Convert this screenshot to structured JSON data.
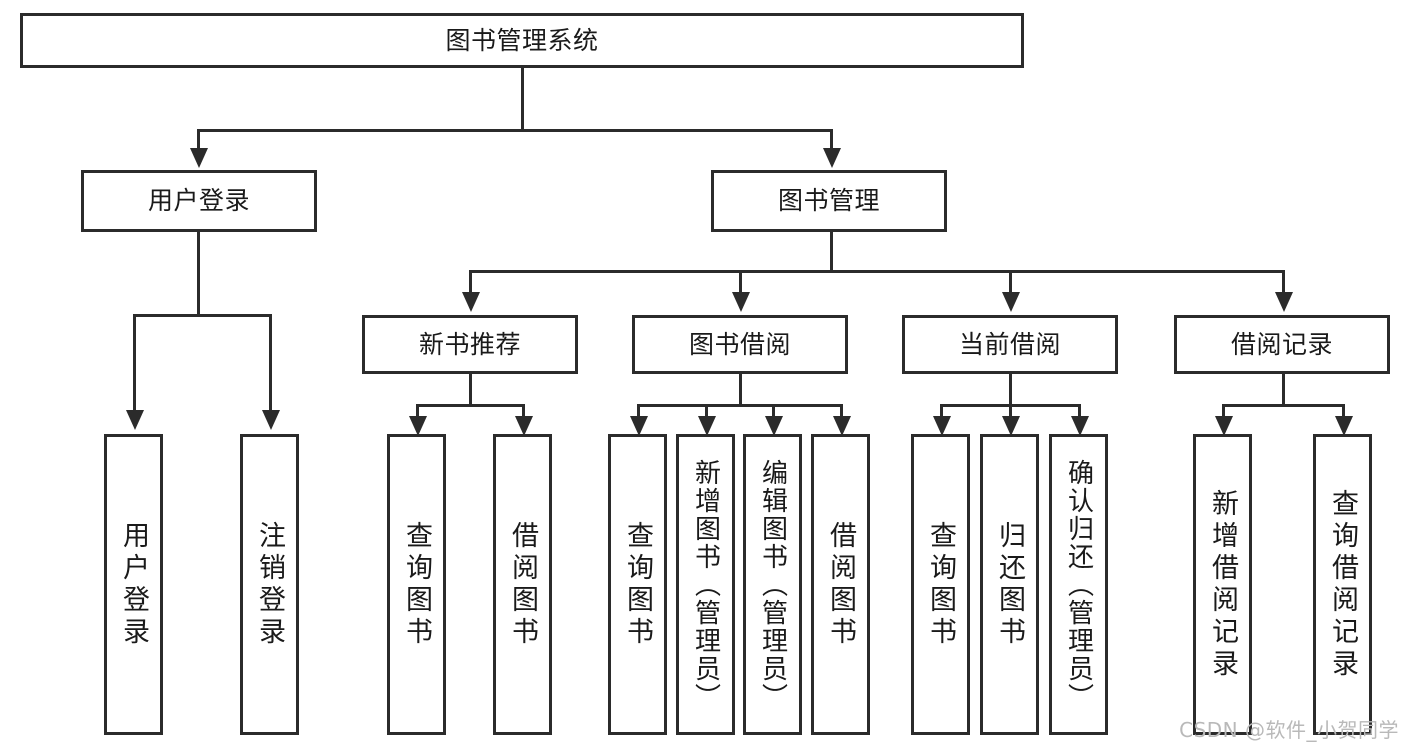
{
  "diagram": {
    "type": "tree-hierarchy",
    "title": "图书管理系统",
    "root": {
      "label": "图书管理系统",
      "orientation": "horizontal"
    },
    "level2": [
      {
        "label": "用户登录",
        "orientation": "horizontal"
      },
      {
        "label": "图书管理",
        "orientation": "horizontal"
      }
    ],
    "level3": [
      {
        "label": "新书推荐",
        "orientation": "horizontal",
        "parent": "图书管理"
      },
      {
        "label": "图书借阅",
        "orientation": "horizontal",
        "parent": "图书管理"
      },
      {
        "label": "当前借阅",
        "orientation": "horizontal",
        "parent": "图书管理"
      },
      {
        "label": "借阅记录",
        "orientation": "horizontal",
        "parent": "图书管理"
      }
    ],
    "leaves": {
      "user_login": [
        {
          "label": "用户登录",
          "orientation": "vertical"
        },
        {
          "label": "注销登录",
          "orientation": "vertical"
        }
      ],
      "new_book_recommend": [
        {
          "label": "查询图书",
          "orientation": "vertical"
        },
        {
          "label": "借阅图书",
          "orientation": "vertical"
        }
      ],
      "book_borrow": [
        {
          "label": "查询图书",
          "orientation": "vertical"
        },
        {
          "label": "新增图书（管理员）",
          "orientation": "vertical"
        },
        {
          "label": "编辑图书（管理员）",
          "orientation": "vertical"
        },
        {
          "label": "借阅图书",
          "orientation": "vertical"
        }
      ],
      "current_borrow": [
        {
          "label": "查询图书",
          "orientation": "vertical"
        },
        {
          "label": "归还图书",
          "orientation": "vertical"
        },
        {
          "label": "确认归还（管理员）",
          "orientation": "vertical"
        }
      ],
      "borrow_record": [
        {
          "label": "新增借阅记录",
          "orientation": "vertical"
        },
        {
          "label": "查询借阅记录",
          "orientation": "vertical"
        }
      ]
    }
  },
  "watermark": {
    "text": "CSDN @软件_小贺同学"
  },
  "colors": {
    "stroke": "#2b2b2b",
    "fill": "#ffffff",
    "text": "#1a1a1a",
    "watermark": "#b9b9b9"
  }
}
